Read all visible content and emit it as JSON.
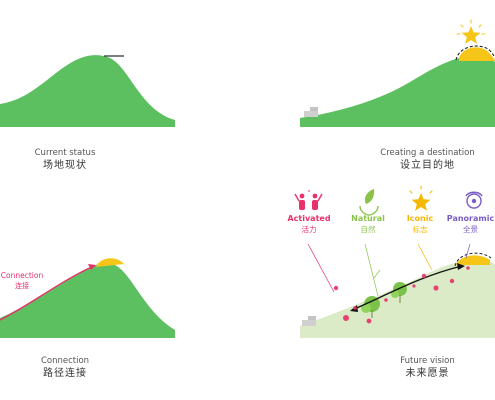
{
  "panels": {
    "current": {
      "caption_en": "Current status",
      "caption_zh": "场地现状"
    },
    "destination": {
      "caption_en": "Creating a destination",
      "caption_zh": "设立目的地"
    },
    "connection": {
      "caption_en": "Connection",
      "caption_zh": "路径连接",
      "path_label_en": "Connection",
      "path_label_zh": "连接"
    },
    "future": {
      "caption_en": "Future vision",
      "caption_zh": "未来愿景"
    }
  },
  "legend": [
    {
      "en": "Activated",
      "zh": "活力",
      "color": "#e8316b",
      "icon": "people-cheer-icon"
    },
    {
      "en": "Natural",
      "zh": "自然",
      "color": "#8bc34a",
      "icon": "hands-leaf-icon"
    },
    {
      "en": "Iconic",
      "zh": "标志",
      "color": "#f5b800",
      "icon": "star-burst-icon"
    },
    {
      "en": "Panoramic",
      "zh": "全景",
      "color": "#7a5cc2",
      "icon": "panorama-eye-icon"
    }
  ],
  "colors": {
    "hill": "#5cbf60",
    "hill_light": "#dcebc7",
    "star": "#f5c518",
    "accent_pink": "#e8316b",
    "path_dark": "#111111"
  }
}
